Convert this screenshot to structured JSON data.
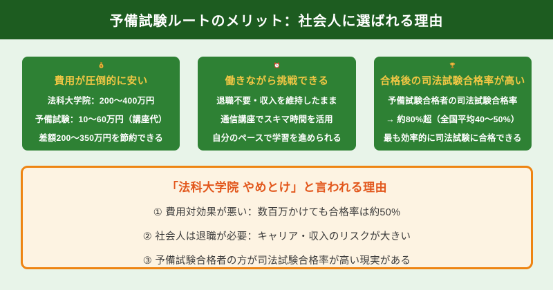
{
  "header": {
    "title": "予備試験ルートのメリット：社会人に選ばれる理由"
  },
  "cards": [
    {
      "icon": "money-bag-icon",
      "heading": "費用が圧倒的に安い",
      "lines": [
        "法科大学院：200〜400万円",
        "予備試験：10〜60万円（講座代）",
        "差額200〜350万円を節約できる"
      ]
    },
    {
      "icon": "alarm-clock-icon",
      "heading": "働きながら挑戦できる",
      "lines": [
        "退職不要・収入を維持したまま",
        "通信講座でスキマ時間を活用",
        "自分のペースで学習を進められる"
      ]
    },
    {
      "icon": "trophy-icon",
      "heading": "合格後の司法試験合格率が高い",
      "lines": [
        "予備試験合格者の司法試験合格率",
        "→ 約80%超（全国平均40〜50%）",
        "最も効率的に司法試験に合格できる"
      ]
    }
  ],
  "warning_box": {
    "title": "「法科大学院 やめとけ」と言われる理由",
    "items": [
      "① 費用対効果が悪い：数百万かけても合格率は約50%",
      "② 社会人は退職が必要：キャリア・収入のリスクが大きい",
      "③ 予備試験合格者の方が司法試験合格率が高い現実がある"
    ]
  },
  "colors": {
    "page_bg": "#e8f4e9",
    "header_bg": "#1d5c20",
    "header_text": "#ffffff",
    "card_bg": "#2e8134",
    "card_heading": "#f2c744",
    "card_text": "#ffffff",
    "warning_bg": "#fdf3e2",
    "warning_border": "#ee8412",
    "warning_title": "#e2571c",
    "warning_text": "#3b3b3b"
  }
}
